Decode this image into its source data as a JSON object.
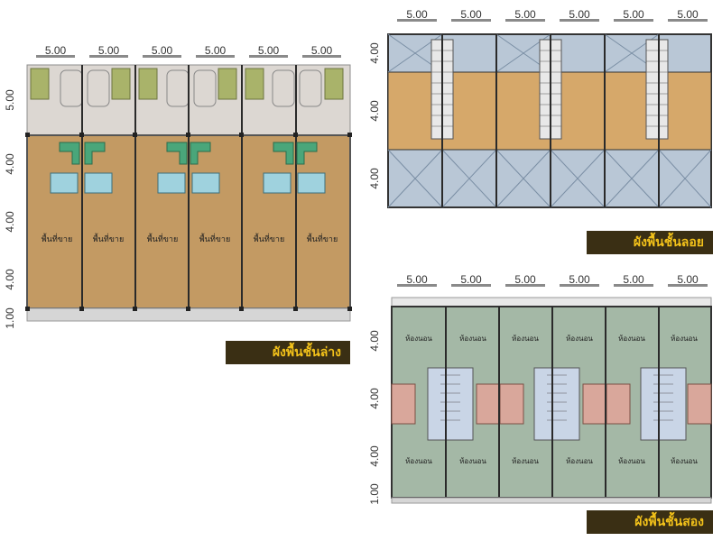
{
  "ground": {
    "bay_width": "5.00",
    "row_depths": [
      "5.00",
      "4.00",
      "4.00",
      "4.00",
      "1.00"
    ],
    "room_label": "พื้นที่ขาย",
    "caption": "ผังพื้นชั้นล่าง",
    "colors": {
      "shop": "#c39a63",
      "parking": "#d8d3cf",
      "garden": "#a9b36a",
      "stair": "#4aa67a",
      "bath": "#9fd2de"
    }
  },
  "mezz": {
    "bay_width": "5.00",
    "row_depths": [
      "4.00",
      "4.00",
      "4.00"
    ],
    "caption": "ผังพื้นชั้นลอย",
    "colors": {
      "void": "#b9c7d6",
      "floor": "#d6a86a"
    }
  },
  "second": {
    "bay_width": "5.00",
    "row_depths": [
      "4.00",
      "4.00",
      "4.00",
      "1.00"
    ],
    "room_label": "ห้องนอน",
    "caption": "ผังพื้นชั้นสอง",
    "colors": {
      "room": "#a4b8a6",
      "bath": "#d9a79b",
      "hall": "#c9d5e6"
    }
  }
}
